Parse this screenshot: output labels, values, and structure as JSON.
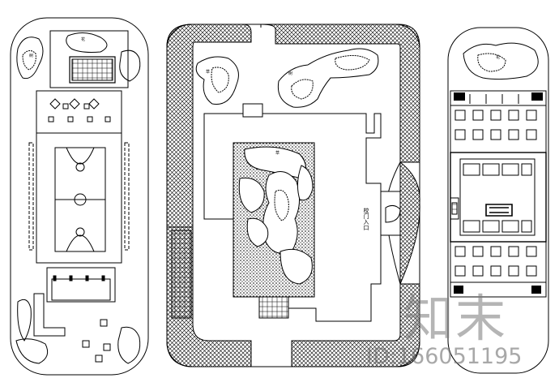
{
  "drawing": {
    "title": "",
    "panels": [
      {
        "name": "left-panel-sports-courts"
      },
      {
        "name": "middle-panel-campus-plan"
      },
      {
        "name": "right-panel-building-plan"
      }
    ],
    "small_labels": [
      "树",
      "花",
      "草"
    ],
    "vertical_text": "校门入口"
  },
  "watermark": {
    "logo_text": "知末",
    "id_text": "ID:166051195"
  },
  "colors": {
    "line": "#000000",
    "background": "#ffffff",
    "watermark": "#8a8a8a"
  }
}
